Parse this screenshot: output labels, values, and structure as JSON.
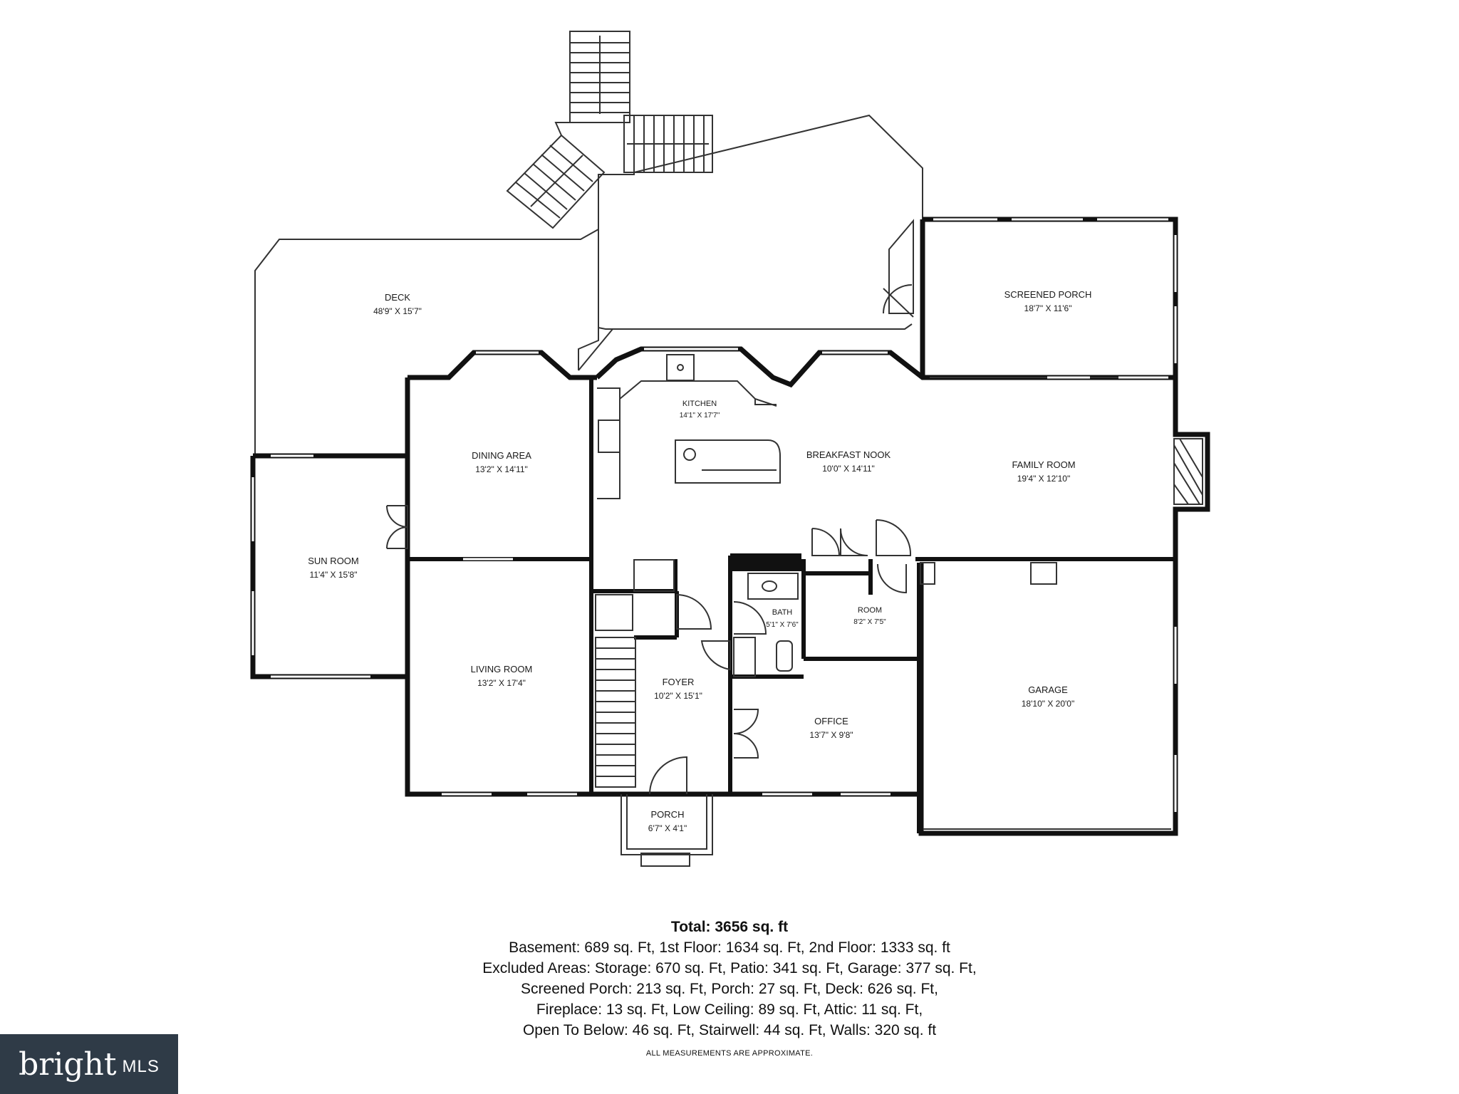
{
  "rooms": {
    "deck": {
      "name": "DECK",
      "dim": "48'9\" X 15'7\""
    },
    "screened_porch": {
      "name": "SCREENED PORCH",
      "dim": "18'7\" X 11'6\""
    },
    "kitchen": {
      "name": "KITCHEN",
      "dim": "14'1\" X 17'7\""
    },
    "breakfast_nook": {
      "name": "BREAKFAST NOOK",
      "dim": "10'0\" X 14'11\""
    },
    "family_room": {
      "name": "FAMILY ROOM",
      "dim": "19'4\" X 12'10\""
    },
    "dining_area": {
      "name": "DINING AREA",
      "dim": "13'2\" X 14'11\""
    },
    "sun_room": {
      "name": "SUN ROOM",
      "dim": "11'4\" X 15'8\""
    },
    "living_room": {
      "name": "LIVING ROOM",
      "dim": "13'2\" X 17'4\""
    },
    "foyer": {
      "name": "FOYER",
      "dim": "10'2\" X 15'1\""
    },
    "bath": {
      "name": "BATH",
      "dim": "5'1\" X 7'6\""
    },
    "room": {
      "name": "ROOM",
      "dim": "8'2\" X 7'5\""
    },
    "office": {
      "name": "OFFICE",
      "dim": "13'7\" X 9'8\""
    },
    "garage": {
      "name": "GARAGE",
      "dim": "18'10\" X 20'0\""
    },
    "porch": {
      "name": "PORCH",
      "dim": "6'7\" X 4'1\""
    }
  },
  "summary": {
    "total": "Total: 3656 sq. ft",
    "lines": [
      "Basement: 689 sq. Ft, 1st Floor: 1634 sq. Ft, 2nd Floor: 1333 sq. ft",
      "Excluded Areas: Storage: 670 sq. Ft, Patio: 341 sq. Ft, Garage: 377 sq. Ft,",
      "Screened Porch: 213 sq. Ft, Porch: 27 sq. Ft, Deck: 626 sq. Ft,",
      "Fireplace: 13 sq. Ft, Low Ceiling: 89 sq. Ft, Attic: 11 sq. Ft,",
      "Open To Below: 46 sq. Ft, Stairwell: 44 sq. Ft, Walls: 320 sq. ft"
    ],
    "note": "ALL MEASUREMENTS ARE APPROXIMATE."
  },
  "logo": {
    "brand": "bright",
    "suffix": "MLS",
    "colors": {
      "bg": "#2f3b47",
      "accent": "#c0392b"
    }
  },
  "colors": {
    "wall": "#111111",
    "thin_line": "#333333",
    "window": "#555555"
  }
}
